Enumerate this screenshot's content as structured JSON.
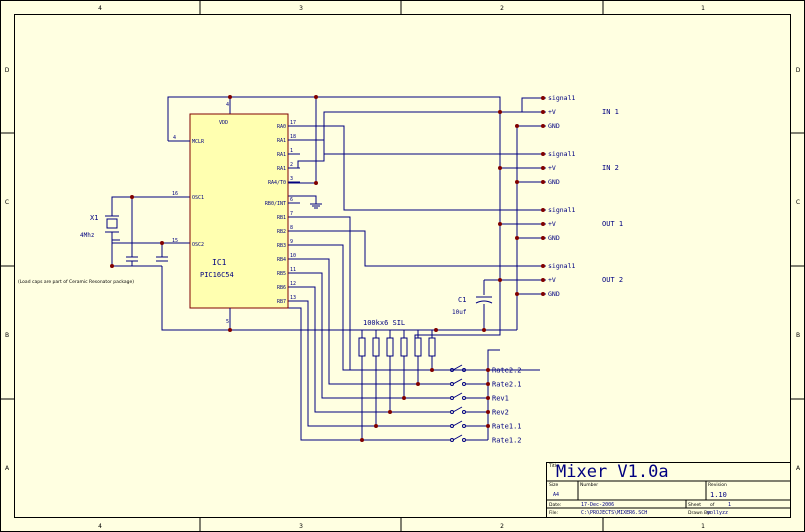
{
  "border": {
    "columns": [
      "4",
      "3",
      "2",
      "1"
    ],
    "rows": [
      "D",
      "C",
      "B",
      "A"
    ]
  },
  "ic": {
    "ref": "IC1",
    "value": "PIC16C54",
    "pin_labels": {
      "mclr": "MCLR",
      "osc1": "OSC1",
      "osc2": "OSC2",
      "ra0": "RA0",
      "ra1a": "RA1",
      "ra1b": "RA1",
      "ra1c": "RA1",
      "ra4": "RA4/T0",
      "rb0": "RB0/INT",
      "rb1": "RB1",
      "rb2": "RB2",
      "rb3": "RB3",
      "rb4": "RB4",
      "rb5": "RB5",
      "rb6": "RB6",
      "rb7": "RB7"
    },
    "pin_numbers": {
      "p4": "4",
      "p16": "16",
      "p15": "15",
      "p3": "3",
      "p5": "5",
      "p17": "17",
      "p18": "18",
      "p1": "1",
      "p2": "2",
      "p7": "7",
      "p6": "6",
      "p8": "8",
      "p9": "9",
      "p10": "10",
      "p11": "11",
      "p12": "12",
      "p13": "13"
    }
  },
  "crystal": {
    "ref": "X1",
    "value": "4Mhz"
  },
  "load_caps_note": "(Load caps are part of Ceramic Resonator package)",
  "capacitor": {
    "ref": "C1",
    "value": "10uf"
  },
  "resistor_array": {
    "label": "100kx6 SIL"
  },
  "connectors": [
    {
      "name": "IN 1",
      "signal": "signal1",
      "vplus": "+V",
      "gnd": "GND"
    },
    {
      "name": "IN 2",
      "signal": "signal1",
      "vplus": "+V",
      "gnd": "GND"
    },
    {
      "name": "OUT 1",
      "signal": "signal1",
      "vplus": "+V",
      "gnd": "GND"
    },
    {
      "name": "OUT 2",
      "signal": "signal1",
      "vplus": "+V",
      "gnd": "GND"
    }
  ],
  "switches": [
    "Rate2.2",
    "Rate2.1",
    "Rev1",
    "Rev2",
    "Rate1.1",
    "Rate1.2"
  ],
  "title_block": {
    "title_label": "Title",
    "title": "Mixer V1.0a",
    "size_label": "Size",
    "size": "A4",
    "number_label": "Number",
    "revision_label": "Revision",
    "revision": "1.10",
    "date_label": "Date:",
    "date": "17-Dec-2006",
    "sheet_label": "Sheet",
    "sheet_of": "of",
    "sheet_value": "1",
    "file_label": "File:",
    "file": "C:\\PROJECTS\\MIXER6.SCH",
    "drawn_label": "Drawn By:",
    "drawn": "mollyzz"
  },
  "colors": {
    "wire": "#000080",
    "junction": "#800000",
    "paper": "#ffffe1",
    "frame": "#000000"
  }
}
